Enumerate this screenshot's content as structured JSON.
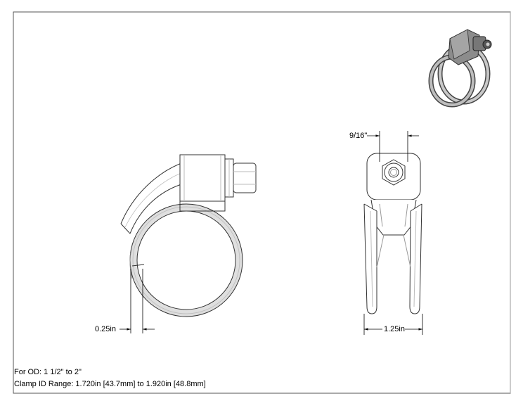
{
  "dimensions": {
    "wrench_size": "9/16\"",
    "band_thickness": "0.25in",
    "overall_width": "1.25in"
  },
  "notes": {
    "fits_od": "For OD: 1 1/2\" to 2\"",
    "id_range": "Clamp ID Range: 1.720in [43.7mm] to 1.920in [48.8mm]"
  }
}
